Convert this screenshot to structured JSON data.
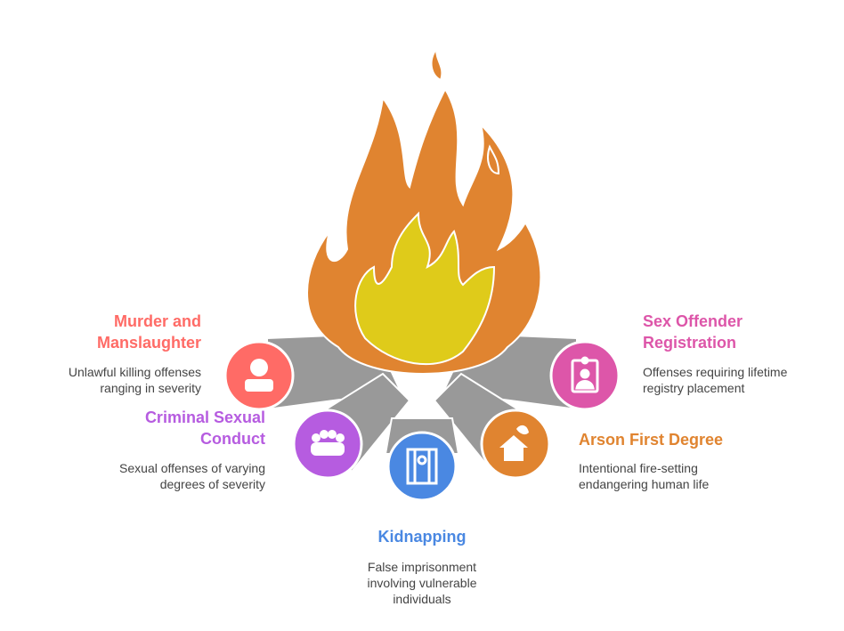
{
  "items": [
    {
      "title_line1": "Murder and",
      "title_line2": "Manslaughter",
      "desc_line1": "Unlawful killing offenses",
      "desc_line2": "ranging in severity",
      "color": "#FF6B66",
      "icon": "masked-criminal-icon"
    },
    {
      "title_line1": "Criminal Sexual",
      "title_line2": "Conduct",
      "desc_line1": "Sexual offenses of varying",
      "desc_line2": "degrees of severity",
      "color": "#B65CE0",
      "icon": "brass-knuckles-icon"
    },
    {
      "title": "Kidnapping",
      "desc_line1": "False imprisonment",
      "desc_line2": "involving vulnerable",
      "desc_line3": "individuals",
      "color": "#4A88E2",
      "icon": "prisoner-bars-icon"
    },
    {
      "title": "Arson First Degree",
      "desc_line1": "Intentional fire-setting",
      "desc_line2": "endangering human life",
      "color": "#E08430",
      "icon": "burning-house-icon"
    },
    {
      "title_line1": "Sex Offender",
      "title_line2": "Registration",
      "desc_line1": "Offenses requiring lifetime",
      "desc_line2": "registry placement",
      "color": "#DD56A9",
      "icon": "id-badge-icon"
    }
  ]
}
